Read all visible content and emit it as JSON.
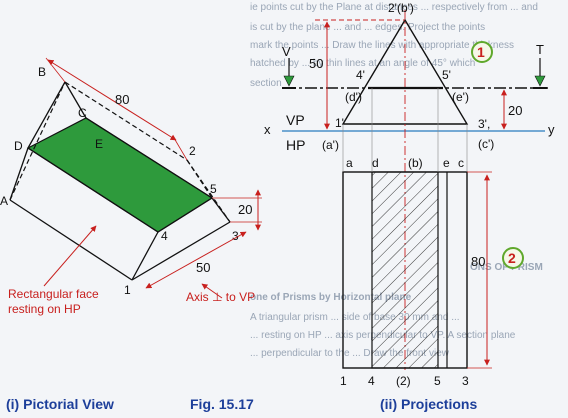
{
  "figure_number": "Fig. 15.17",
  "pictorial": {
    "caption": "(i) Pictorial View",
    "vertex_labels": [
      "A",
      "B",
      "C",
      "D",
      "E",
      "1",
      "2",
      "3",
      "4",
      "5"
    ],
    "dimension_80": "80",
    "dimension_20": "20",
    "dimension_50": "50",
    "note_face": "Rectangular face\nresting on HP",
    "note_axis": "Axis ⊥ to VP",
    "face_color": "#2e9a3c"
  },
  "projections": {
    "caption": "(ii) Projections",
    "marker_1": "1",
    "marker_2": "2",
    "top_labels": [
      "2'(b')",
      "4'",
      "(d')",
      "5'",
      "(e')",
      "1'",
      "(a')",
      "3',",
      "(c')"
    ],
    "dim_50": "50",
    "dim_20": "20",
    "dim_80": "80",
    "v_label": "V",
    "t_label": "T",
    "x_label": "x",
    "y_label": "y",
    "vp_label": "VP",
    "hp_label": "HP",
    "plan_top_labels": [
      "a",
      "d",
      "(b)",
      "e",
      "c"
    ],
    "plan_bottom_labels": [
      "1",
      "4",
      "(2)",
      "5",
      "3"
    ],
    "accent_blue": "#1d3f9a",
    "accent_red": "#c8201e"
  },
  "background_text": [
    "ie points cut by the Plane at distances ... respectively from ... and",
    "is cut by the plane ... and ... edges. Project the points",
    "mark the points ... Draw the lines with appropriate thickness",
    "hatched by ... by thin lines at an angle of 45° which",
    "section",
    "ONS OF PRISM",
    "one of Prisms by Horizontal plane",
    "A triangular prism ... side of base 30 mm and ...",
    "... resting on HP ... axis perpendicular to VP. A section plane",
    "... perpendicular to the ... Draw the front view"
  ]
}
